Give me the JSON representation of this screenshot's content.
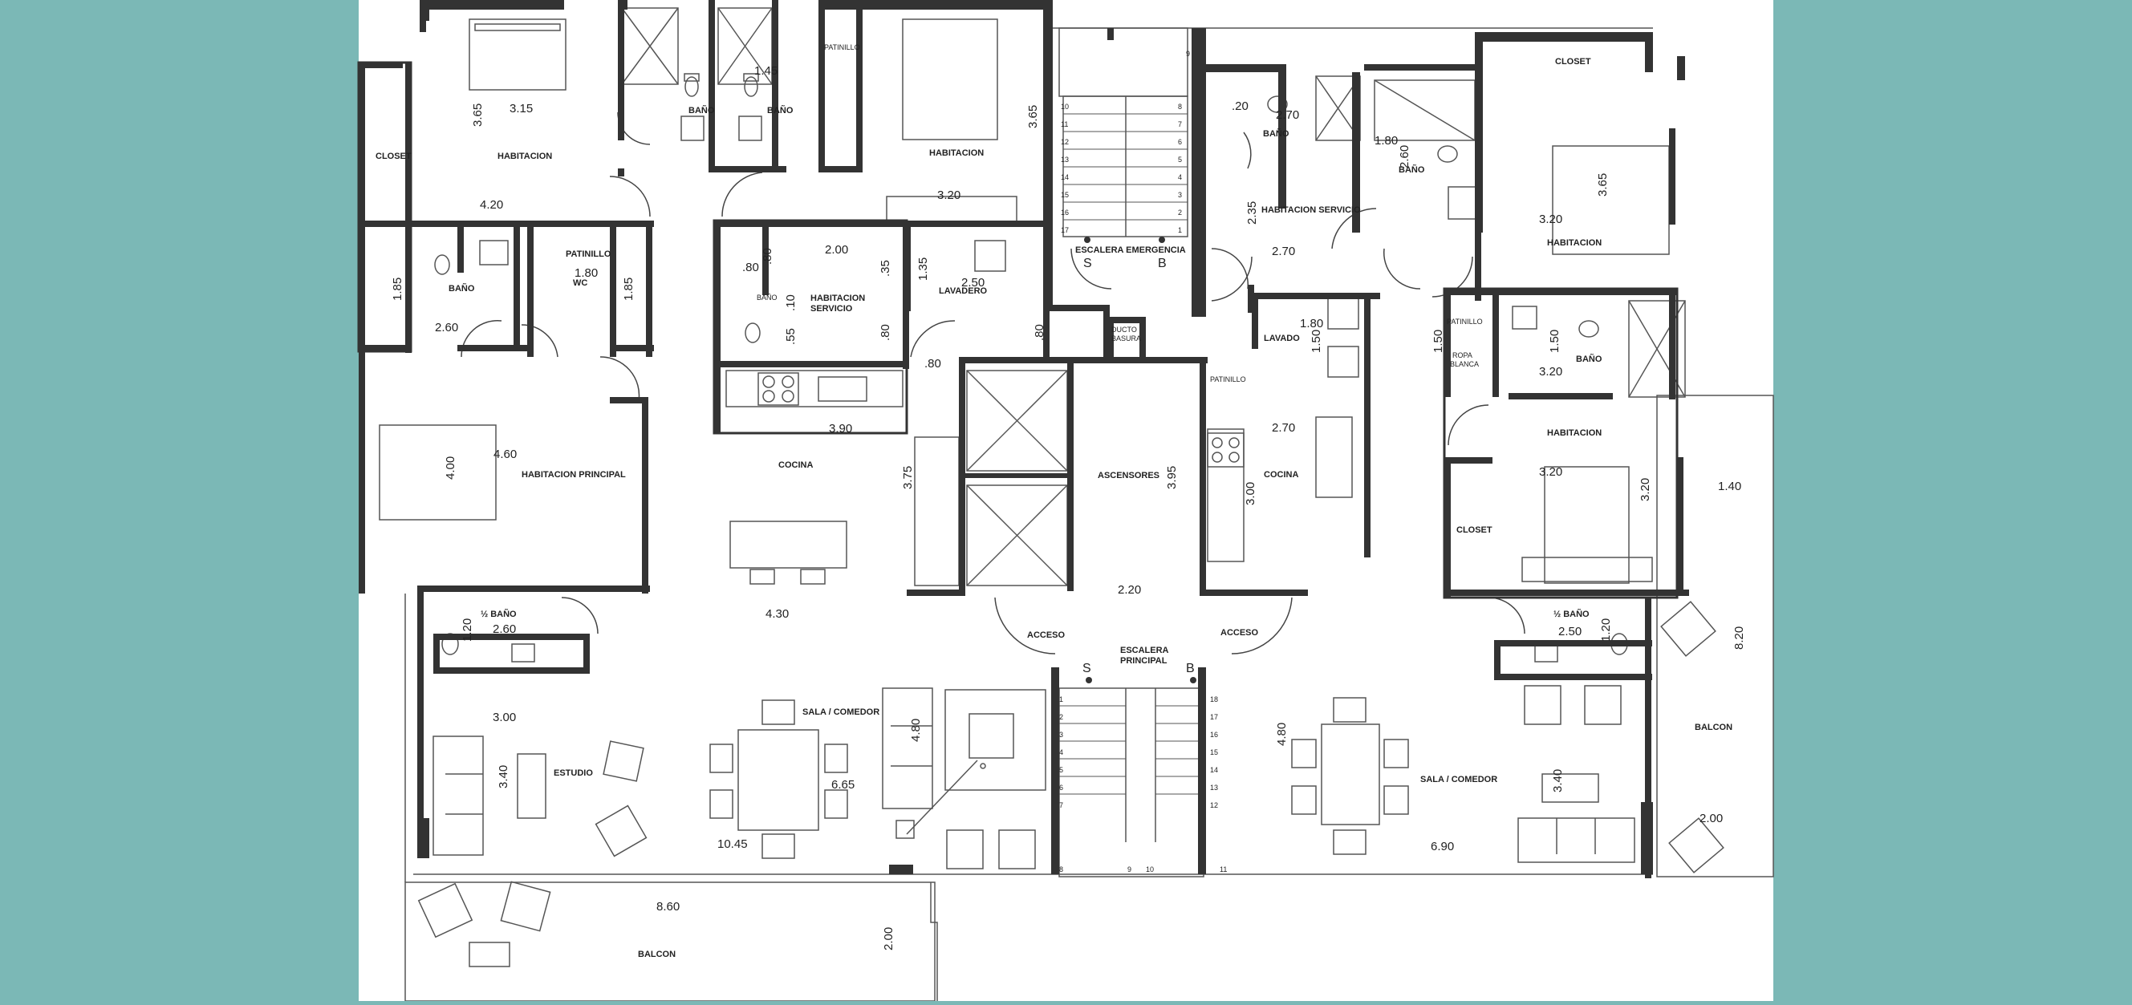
{
  "colors": {
    "backdrop": "#7bb8b6",
    "paper": "#ffffff",
    "wall": "#333333",
    "line": "#555555"
  },
  "icons": {
    "stair_marker": "circle-marker",
    "door": "door-swing-arc",
    "bed": "bed-icon",
    "toilet": "toilet-icon",
    "sink": "sink-icon",
    "stove": "stove-icon",
    "sofa": "sofa-icon",
    "armchair": "armchair-icon",
    "dining_table": "dining-table-icon"
  },
  "rooms": {
    "habitacion_nw": "HABITACION",
    "closet_nw": "CLOSET",
    "bano_a": "BAÑO",
    "bano_b": "BAÑO",
    "patinillo_top": "PATINILLO",
    "habitacion_n": "HABITACION",
    "bano_w": "BAÑO",
    "patinillo_w": "PATINILLO",
    "wc": "WC",
    "bano_serv": "BAÑO",
    "hab_servicio_1": "HABITACION",
    "hab_servicio_2": "SERVICIO",
    "lavadero": "LAVADERO",
    "hab_principal": "HABITACION PRINCIPAL",
    "cocina_w": "COCINA",
    "ducto_1": "DUCTO",
    "ducto_2": "BASURA",
    "escalera_emergencia": "ESCALERA EMERGENCIA",
    "ascensores": "ASCENSORES",
    "bano_e_serv": "BAÑO",
    "hab_servicio_e": "HABITACION SERVICIO",
    "lavado": "LAVADO",
    "patinillo_e": "PATINILLO",
    "cocina_e": "COCINA",
    "closet_ne": "CLOSET",
    "bano_ne": "BAÑO",
    "habitacion_ne": "HABITACION",
    "patinillo_e2": "PATINILLO",
    "ropa_1": "ROPA",
    "ropa_2": "BLANCA",
    "bano_e2": "BAÑO",
    "habitacion_e": "HABITACION",
    "closet_e": "CLOSET",
    "medio_bano_w": "½ BAÑO",
    "medio_bano_e": "½ BAÑO",
    "acceso_w": "ACCESO",
    "acceso_e": "ACCESO",
    "escalera_principal_1": "ESCALERA",
    "escalera_principal_2": "PRINCIPAL",
    "sala_comedor_w": "SALA / COMEDOR",
    "sala_comedor_e": "SALA / COMEDOR",
    "estudio": "ESTUDIO",
    "balcon_s": "BALCON",
    "balcon_e": "BALCON"
  },
  "stairs": {
    "emergency_s": "S",
    "emergency_b": "B",
    "principal_s": "S",
    "principal_b": "B",
    "emergency_left": [
      "10",
      "11",
      "12",
      "13",
      "14",
      "15",
      "16",
      "17"
    ],
    "emergency_right": [
      "8",
      "7",
      "6",
      "5",
      "4",
      "3",
      "2",
      "1"
    ],
    "emergency_top": "9",
    "principal_left": [
      "1",
      "2",
      "3",
      "4",
      "5",
      "6",
      "7"
    ],
    "principal_right": [
      "18",
      "17",
      "16",
      "15",
      "14",
      "13",
      "12"
    ],
    "principal_bottom": [
      "8",
      "9",
      "10",
      "11"
    ]
  },
  "dimensions": {
    "d_365_a": "3.65",
    "d_315": "3.15",
    "d_420": "4.20",
    "d_145": "1.45",
    "d_365_b": "3.65",
    "d_320_a": "3.20",
    "d_185_a": "1.85",
    "d_260_a": "2.60",
    "d_180_a": "1.80",
    "d_185_b": "1.85",
    "d_80_a": ".80",
    "d_80_b": ".80",
    "d_200_a": "2.00",
    "d_35": ".35",
    "d_10": ".10",
    "d_55": ".55",
    "d_135": "1.35",
    "d_250_a": "2.50",
    "d_80_c": ".80",
    "d_80_d": ".80",
    "d_80_e": ".80",
    "d_390": "3.90",
    "d_460": "4.60",
    "d_400": "4.00",
    "d_375": "3.75",
    "d_395": "3.95",
    "d_220": "2.20",
    "d_220_b": ".20",
    "d_270_a": "2.70",
    "d_235": "2.35",
    "d_270_b": "2.70",
    "d_180_b": "1.80",
    "d_150_a": "1.50",
    "d_270_c": "2.70",
    "d_300": "3.00",
    "d_260_b": "2.60",
    "d_365_c": "3.65",
    "d_320_b": "3.20",
    "d_150_b": "1.50",
    "d_150_c": "1.50",
    "d_320_c": "3.20",
    "d_320_d": "3.20",
    "d_320_e": "3.20",
    "d_140": "1.40",
    "d_820": "8.20",
    "d_430": "4.30",
    "d_120_a": "1.20",
    "d_260_c": "2.60",
    "d_300_b": "3.00",
    "d_340_a": "3.40",
    "d_480_a": "4.80",
    "d_665": "6.65",
    "d_1045": "10.45",
    "d_860": "8.60",
    "d_200_b": "2.00",
    "d_480_b": "4.80",
    "d_690": "6.90",
    "d_340_b": "3.40",
    "d_250_b": "2.50",
    "d_120_b": "1.20",
    "d_200_c": "2.00"
  }
}
